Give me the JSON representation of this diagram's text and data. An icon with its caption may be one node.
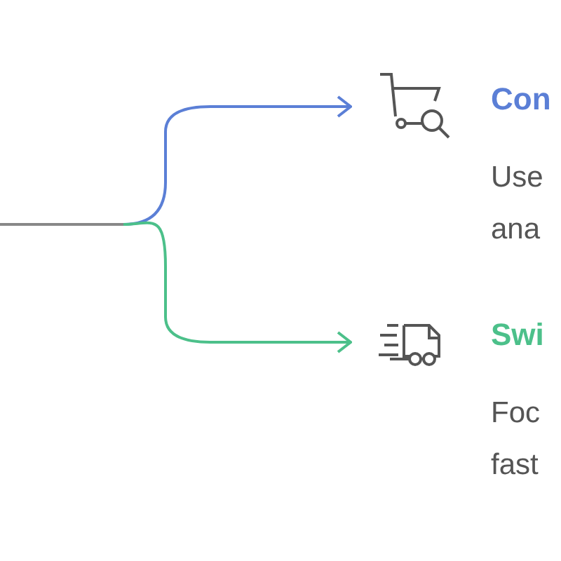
{
  "diagram": {
    "nodes": [
      {
        "text": [
          "Con",
          "Use ana"
        ]
      },
      {
        "text": [
          "Swi",
          "Foc fast"
        ]
      }
    ],
    "edges": [
      {
        "from": null,
        "to": 0,
        "arrow": "to",
        "color": "#5b7fd6"
      },
      {
        "from": null,
        "to": 1,
        "arrow": "to",
        "color": "#4cc08a"
      }
    ]
  }
}
